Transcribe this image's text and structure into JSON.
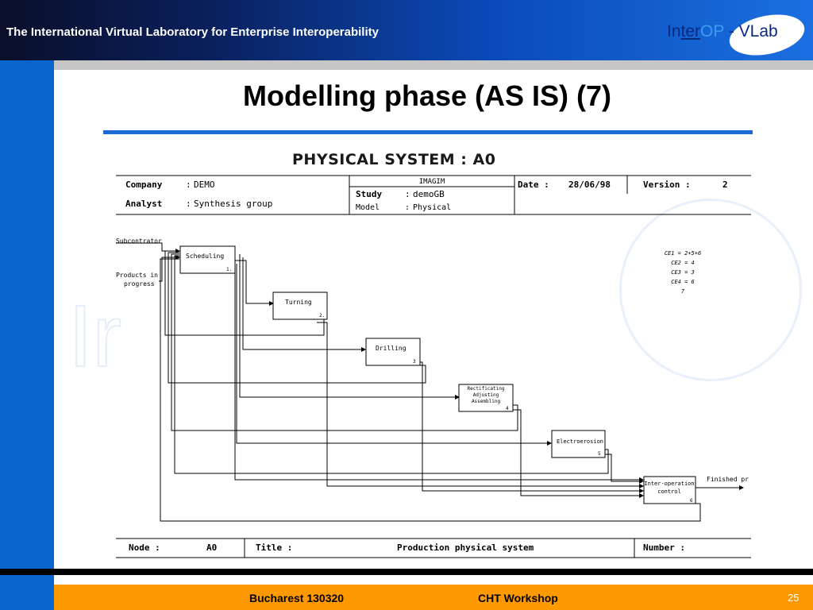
{
  "header": {
    "title": "The International Virtual Laboratory for Enterprise Interoperability",
    "logo": {
      "part1": "In",
      "part2": "ter",
      "part3": "OP",
      "part4": " - VLab"
    }
  },
  "slide": {
    "title": "Modelling phase (AS IS) (7)"
  },
  "watermark": {
    "text": "Ir"
  },
  "diagram": {
    "subtitle": "PHYSICAL SYSTEM : A0",
    "header": {
      "company_label": "Company",
      "company_value": "DEMO",
      "analyst_label": "Analyst",
      "analyst_value": "Synthesis group",
      "method": "IMAGIM",
      "study_label": "Study",
      "study_value": "demoGB",
      "model_label": "Model",
      "model_value": "Physical",
      "date_label": "Date :",
      "date_value": "28/06/98",
      "version_label": "Version :",
      "version_value": "2",
      "colon": ":"
    },
    "inputs": {
      "subcontractor": "Subcontrator",
      "products_line1": "Products in",
      "products_line2": "progress"
    },
    "output": "Finished pr",
    "boxes": [
      {
        "label": "Scheduling",
        "number": "1."
      },
      {
        "label": "Turning",
        "number": "2."
      },
      {
        "label": "Drilling",
        "number": "3"
      },
      {
        "label_lines": [
          "Rectificating",
          "Adjusting",
          "Assembling"
        ],
        "number": "4"
      },
      {
        "label": "Electroerosion",
        "number": "5"
      },
      {
        "label_lines": [
          "Inter-operation",
          "control"
        ],
        "number": "6"
      }
    ],
    "notes": [
      "CE1 = 2+5+6",
      "CE2 = 4",
      "CE3 = 3",
      "CE4 = 6",
      "7"
    ],
    "footer": {
      "node_label": "Node :",
      "node_value": "A0",
      "title_label": "Title :",
      "title_value": "Production physical system",
      "number_label": "Number :"
    }
  },
  "footer": {
    "event": "Bucharest  130320",
    "workshop": "CHT Workshop",
    "page": "25"
  },
  "colors": {
    "accent_blue": "#0a66cc",
    "footer_orange": "#ff9900",
    "rule_blue": "#1a6ad6"
  }
}
